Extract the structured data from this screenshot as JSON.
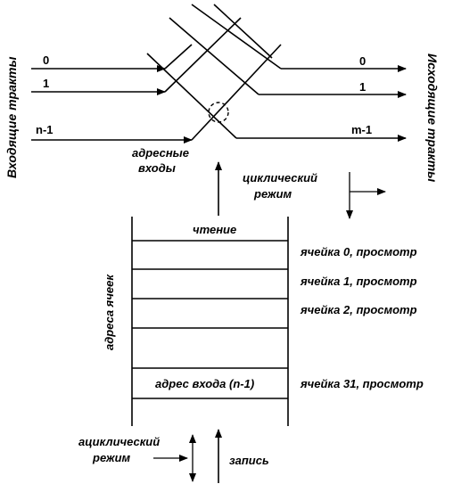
{
  "inputs": {
    "title": "Входящие тракты",
    "labels": [
      "0",
      "1",
      "n-1"
    ]
  },
  "outputs": {
    "title": "Исходящие тракты",
    "labels": [
      "0",
      "1",
      "m-1"
    ]
  },
  "address_inputs": [
    "адресные",
    "входы"
  ],
  "cyclic_mode": [
    "циклический",
    "режим"
  ],
  "memory": {
    "read_label": "чтение",
    "side_label": "адреса ячеек",
    "cell_content": "адрес входа (n-1)",
    "cells": [
      "ячейка 0, просмотр",
      "ячейка 1, просмотр",
      "ячейка 2, просмотр",
      "ячейка 31, просмотр"
    ]
  },
  "acyclic_mode": [
    "ациклический",
    "режим"
  ],
  "write_label": "запись"
}
